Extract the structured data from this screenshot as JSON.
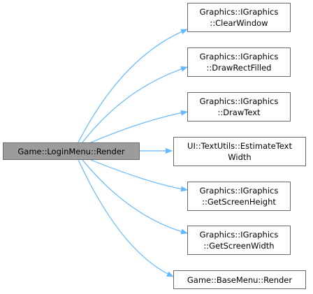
{
  "root": {
    "label": "Game::LoginMenu::Render"
  },
  "callees": [
    {
      "line1": "Graphics::IGraphics",
      "line2": "::ClearWindow"
    },
    {
      "line1": "Graphics::IGraphics",
      "line2": "::DrawRectFilled"
    },
    {
      "line1": "Graphics::IGraphics",
      "line2": "::DrawText"
    },
    {
      "line1": "UI::TextUtils::EstimateText",
      "line2": "Width"
    },
    {
      "line1": "Graphics::IGraphics",
      "line2": "::GetScreenHeight"
    },
    {
      "line1": "Graphics::IGraphics",
      "line2": "::GetScreenWidth"
    },
    {
      "line1": "Game::BaseMenu::Render",
      "line2": ""
    }
  ],
  "colors": {
    "edge": "#63b8ff",
    "root_fill": "#9c9c9c",
    "node_border": "#6a6a6a"
  }
}
